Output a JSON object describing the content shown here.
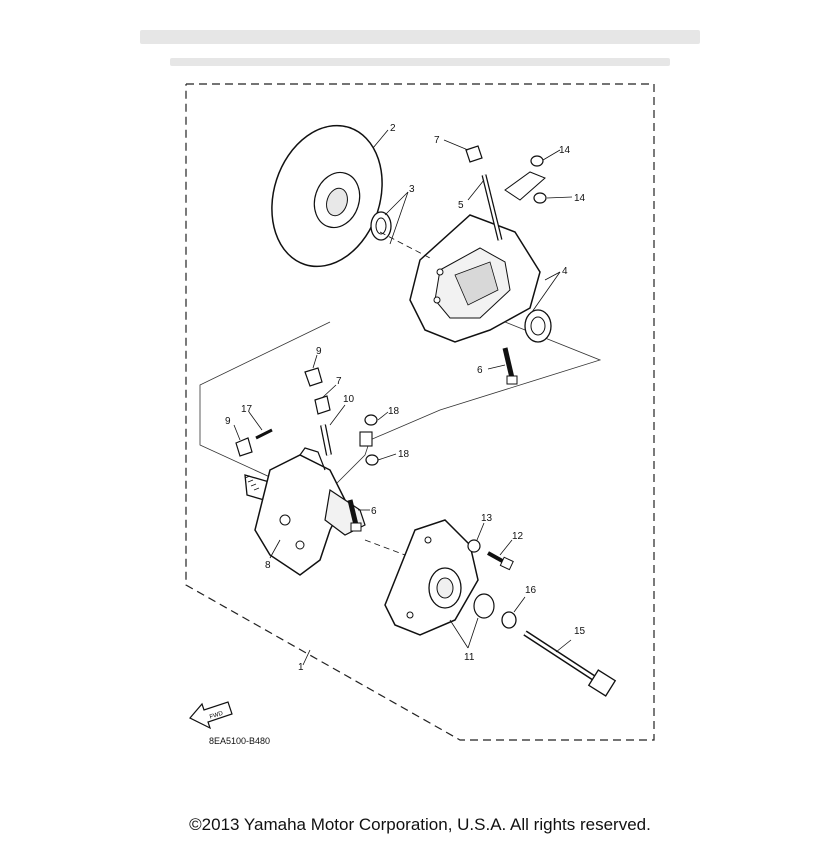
{
  "diagram": {
    "callouts": [
      "1",
      "2",
      "3",
      "4",
      "5",
      "6",
      "6",
      "7",
      "7",
      "8",
      "9",
      "9",
      "10",
      "11",
      "12",
      "13",
      "14",
      "14",
      "15",
      "16",
      "17",
      "18",
      "18"
    ],
    "fwd_label": "FWD",
    "code": "8EA5100-B480"
  },
  "footer": {
    "copyright": "©2013 Yamaha Motor Corporation, U.S.A. All rights reserved."
  }
}
